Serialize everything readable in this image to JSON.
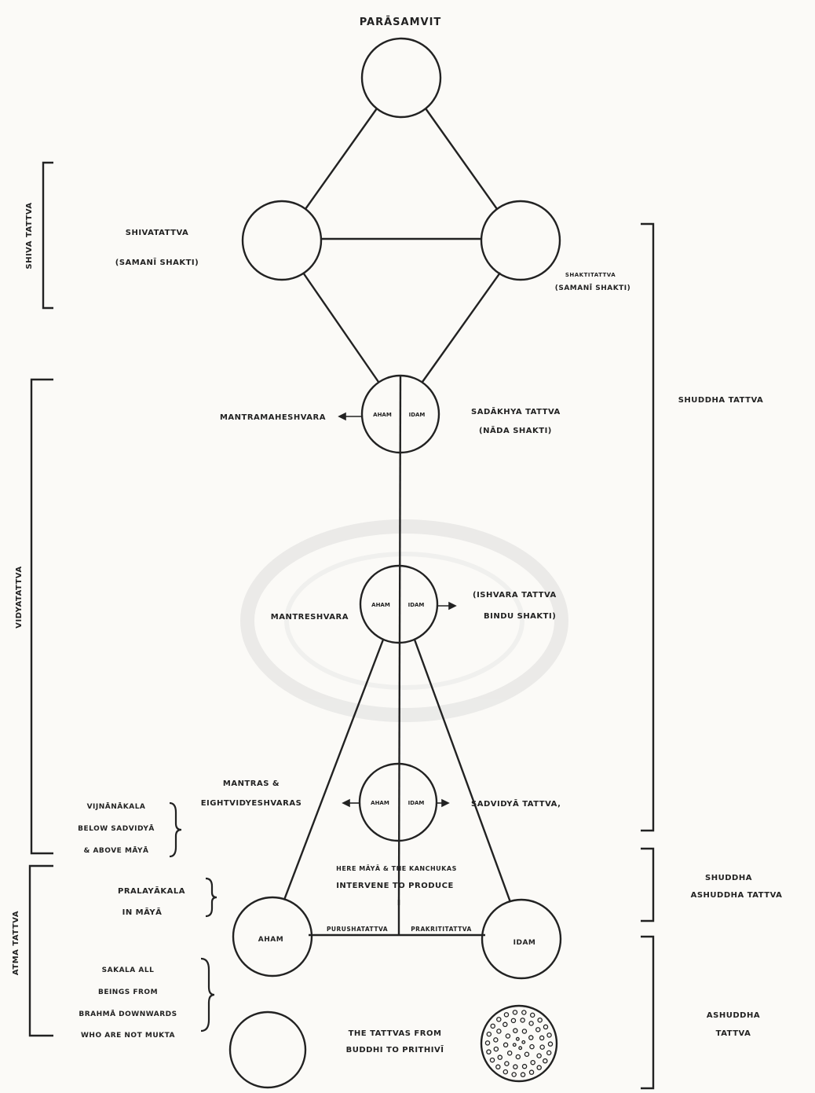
{
  "title": "PARĀSAMVIT",
  "nodes": {
    "shiva_label_1": "SHIVATATTVA",
    "shiva_label_2": "(SAMANĪ SHAKTI)",
    "shakti_label_1": "SHAKTITATTVA",
    "shakti_label_2": "(SAMANĪ SHAKTI)",
    "sadakhya_left": "MANTRAMAHESHVARA",
    "sadakhya_in_left": "AHAM",
    "sadakhya_in_right": "IDAM",
    "sadakhya_label_1": "SADĀKHYA TATTVA",
    "sadakhya_label_2": "(NĀDA SHAKTI)",
    "ishvara_left": "MANTRESHVARA",
    "ishvara_in_left": "AHAM",
    "ishvara_in_right": "IDAM",
    "ishvara_label_1": "(ISHVARA TATTVA",
    "ishvara_label_2": "BINDU SHAKTI)",
    "sadvidya_left_1": "MANTRAS &",
    "sadvidya_left_2": "EIGHTVIDYESHVARAS",
    "sadvidya_in_left": "AHAM",
    "sadvidya_in_right": "IDAM",
    "sadvidya_label": "SADVIDYĀ TATTVA,",
    "vijnanakala_1": "VIJNĀNĀKALA",
    "vijnanakala_2": "BELOW SADVIDYĀ",
    "vijnanakala_3": "& ABOVE MĀYĀ",
    "maya_note_1": "HERE MĀYĀ & THE KANCHUKAS",
    "maya_note_2": "INTERVENE TO PRODUCE",
    "pralayakala_1": "PRALAYĀKALA",
    "pralayakala_2": "IN MĀYĀ",
    "aham_node": "AHAM",
    "idam_node": "IDAM",
    "purusha": "PURUSHATATTVA",
    "prakriti": "PRAKRITITATTVA",
    "sakala_1": "SAKALA ALL",
    "sakala_2": "BEINGS FROM",
    "sakala_3": "BRAHMĀ DOWNWARDS",
    "sakala_4": "WHO ARE NOT MUKTA",
    "buddhi_1": "THE TATTVAS FROM",
    "buddhi_2": "BUDDHI TO PRITHIVĪ"
  },
  "left_brackets": {
    "shiva_tattva": "SHIVA TATTVA",
    "vidyatattva": "VIDYATATTVA",
    "atma_tattva": "ATMA TATTVA"
  },
  "right_brackets": {
    "shuddha_tattva": "SHUDDHA TATTVA",
    "shuddha_ashuddha_1": "SHUDDHA",
    "shuddha_ashuddha_2": "ASHUDDHA TATTVA",
    "ashuddha_1": "ASHUDDHA",
    "ashuddha_2": "TATTVA"
  },
  "colors": {
    "ink": "#222222",
    "paper": "#fbfaf7",
    "watermark": "#d4d4d4"
  }
}
